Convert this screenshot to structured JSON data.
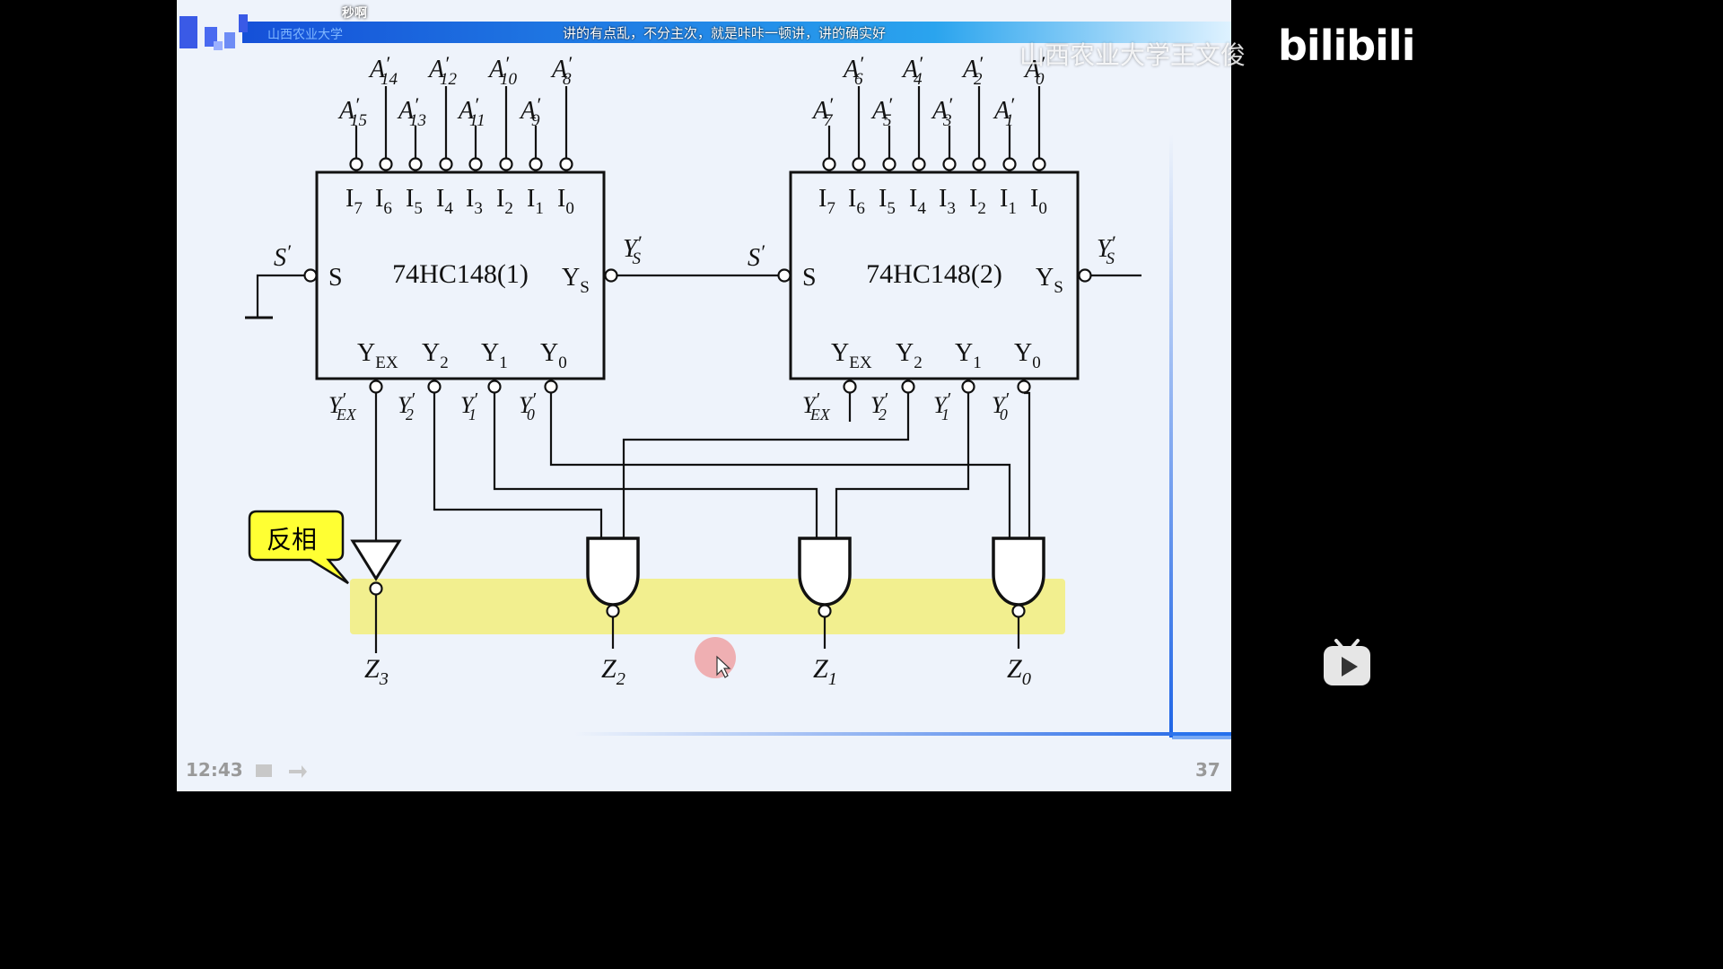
{
  "overlay": {
    "danmaku": "讲的有点乱，不分主次，就是咔咔一顿讲，讲的确实好",
    "danmaku2": "秒啊",
    "school": "山西农业大学",
    "watermark": "山西农业大学王文俊",
    "logo": "bilibili",
    "timestamp": "12:43",
    "page_number": "37"
  },
  "circuit": {
    "chip1": {
      "name": "74HC148(1)",
      "enable": "S",
      "enable_out": "Y",
      "enable_out_sub": "S"
    },
    "chip2": {
      "name": "74HC148(2)",
      "enable": "S",
      "enable_out": "Y",
      "enable_out_sub": "S"
    },
    "input_pins": [
      {
        "main": "I",
        "sub": "7"
      },
      {
        "main": "I",
        "sub": "6"
      },
      {
        "main": "I",
        "sub": "5"
      },
      {
        "main": "I",
        "sub": "4"
      },
      {
        "main": "I",
        "sub": "3"
      },
      {
        "main": "I",
        "sub": "2"
      },
      {
        "main": "I",
        "sub": "1"
      },
      {
        "main": "I",
        "sub": "0"
      }
    ],
    "output_pins": [
      {
        "main": "Y",
        "sub": "EX"
      },
      {
        "main": "Y",
        "sub": "2"
      },
      {
        "main": "Y",
        "sub": "1"
      },
      {
        "main": "Y",
        "sub": "0"
      }
    ],
    "chip1_inputs_top": [
      {
        "main": "A",
        "sub": "14"
      },
      {
        "main": "A",
        "sub": "12"
      },
      {
        "main": "A",
        "sub": "10"
      },
      {
        "main": "A",
        "sub": "8"
      }
    ],
    "chip1_inputs_bottom": [
      {
        "main": "A",
        "sub": "15"
      },
      {
        "main": "A",
        "sub": "13"
      },
      {
        "main": "A",
        "sub": "11"
      },
      {
        "main": "A",
        "sub": "9"
      }
    ],
    "chip2_inputs_top": [
      {
        "main": "A",
        "sub": "6"
      },
      {
        "main": "A",
        "sub": "4"
      },
      {
        "main": "A",
        "sub": "2"
      },
      {
        "main": "A",
        "sub": "0"
      }
    ],
    "chip2_inputs_bottom": [
      {
        "main": "A",
        "sub": "7"
      },
      {
        "main": "A",
        "sub": "5"
      },
      {
        "main": "A",
        "sub": "3"
      },
      {
        "main": "A",
        "sub": "1"
      }
    ],
    "output_wire_labels": [
      {
        "main": "Y",
        "sub": "EX"
      },
      {
        "main": "Y",
        "sub": "2"
      },
      {
        "main": "Y",
        "sub": "1"
      },
      {
        "main": "Y",
        "sub": "0"
      }
    ],
    "s_prime": "S",
    "ys_prime": {
      "main": "Y",
      "sub": "S"
    },
    "outputs": [
      {
        "main": "Z",
        "sub": "3"
      },
      {
        "main": "Z",
        "sub": "2"
      },
      {
        "main": "Z",
        "sub": "1"
      },
      {
        "main": "Z",
        "sub": "0"
      }
    ],
    "callout": "反相",
    "prime_mark": "′"
  },
  "colors": {
    "slide_bg": "#eef3fb",
    "highlight": "#f2ef8f",
    "callout_fill": "#ffff33",
    "header_blue": "#1e64e6",
    "ink": "#111111"
  },
  "icons": [
    "play-icon",
    "pointer-icon",
    "slide-logo-icon"
  ]
}
